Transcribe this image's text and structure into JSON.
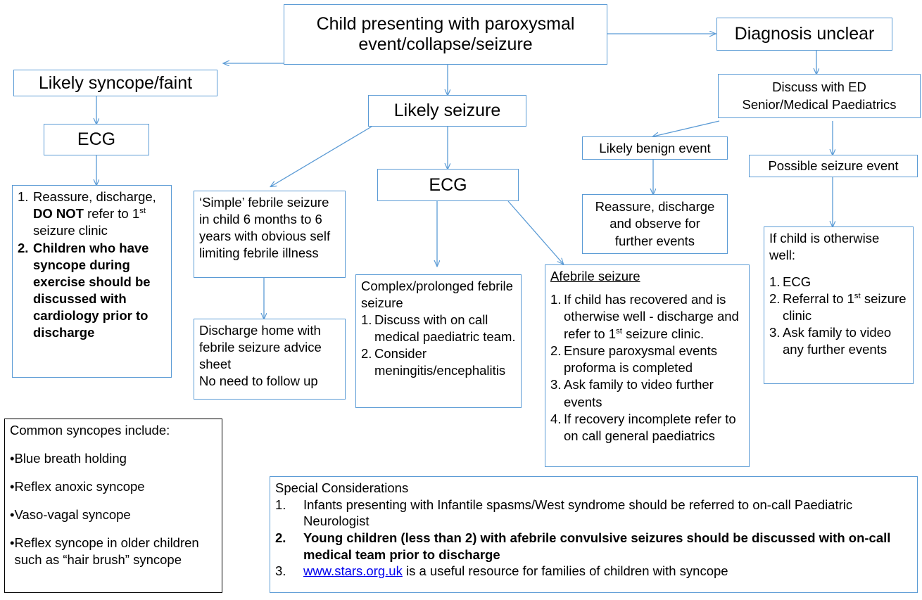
{
  "title": "Paediatric paroxysmal event / collapse / seizure pathway",
  "colors": {
    "box_border_blue": "#5B9BD5",
    "box_border_black": "#000000",
    "connector": "#5B9BD5",
    "link": "#0000EE",
    "background": "#FFFFFF",
    "text": "#000000"
  },
  "nodes": {
    "root": {
      "line1": "Child presenting with paroxysmal",
      "line2": "event/collapse/seizure"
    },
    "likely_syncope": {
      "label": "Likely syncope/faint"
    },
    "syncope_ecg": {
      "label": "ECG"
    },
    "syncope_actions": {
      "items": [
        {
          "num": "1.",
          "parts": [
            {
              "text": "Reassure, discharge, ",
              "bold": false
            },
            {
              "text": "DO NOT",
              "bold": true
            },
            {
              "text": " refer to 1",
              "bold": false
            },
            {
              "text": "st",
              "bold": false,
              "sup": true
            },
            {
              "text": " seizure clinic",
              "bold": false
            }
          ]
        },
        {
          "num": "2.",
          "parts": [
            {
              "text": "Children who have syncope during exercise should be discussed with cardiology prior to discharge",
              "bold": true
            }
          ]
        }
      ]
    },
    "likely_seizure": {
      "label": "Likely seizure"
    },
    "seizure_ecg": {
      "label": "ECG"
    },
    "simple_febrile": {
      "text": "‘Simple’ febrile seizure in child 6 months to 6 years with obvious self limiting febrile illness"
    },
    "discharge_home": {
      "line1": "Discharge home with febrile seizure advice sheet",
      "line2": "No need to follow up"
    },
    "complex_febrile": {
      "heading": "Complex/prolonged febrile seizure",
      "items": [
        {
          "num": "1.",
          "text": "Discuss with on call medical paediatric team."
        },
        {
          "num": "2.",
          "text": "Consider meningitis/encephalitis"
        }
      ]
    },
    "afebrile_seizure": {
      "heading": "Afebrile seizure",
      "items": [
        {
          "num": "1.",
          "parts": [
            {
              "text": "If child has recovered and is otherwise well - discharge and refer to 1"
            },
            {
              "text": "st",
              "sup": true
            },
            {
              "text": " seizure clinic."
            }
          ]
        },
        {
          "num": "2.",
          "parts": [
            {
              "text": "Ensure paroxysmal events proforma is completed"
            }
          ]
        },
        {
          "num": "3.",
          "parts": [
            {
              "text": "Ask family to video further events"
            }
          ]
        },
        {
          "num": "4.",
          "parts": [
            {
              "text": "If recovery incomplete refer to on call general paediatrics"
            }
          ]
        }
      ]
    },
    "diagnosis_unclear": {
      "label": "Diagnosis unclear"
    },
    "discuss_ed": {
      "line1": "Discuss with ED",
      "line2": "Senior/Medical Paediatrics"
    },
    "likely_benign": {
      "label": "Likely benign event"
    },
    "reassure_observe": {
      "line1": "Reassure, discharge",
      "line2": "and observe for",
      "line3": "further events"
    },
    "possible_seizure": {
      "label": "Possible seizure event"
    },
    "if_child_well": {
      "heading_line1": "If child is otherwise",
      "heading_line2": "well:",
      "items": [
        {
          "num": "1.",
          "parts": [
            {
              "text": "ECG"
            }
          ]
        },
        {
          "num": "2.",
          "parts": [
            {
              "text": "Referral to 1"
            },
            {
              "text": "st",
              "sup": true
            },
            {
              "text": " seizure clinic"
            }
          ]
        },
        {
          "num": "3.",
          "parts": [
            {
              "text": "Ask family to video any further events"
            }
          ]
        }
      ]
    },
    "common_syncopes": {
      "heading": "Common syncopes include:",
      "bullets": [
        "Blue breath holding",
        "Reflex anoxic syncope",
        "Vaso-vagal syncope",
        "Reflex syncope in older children such as “hair brush” syncope"
      ]
    },
    "special_considerations": {
      "heading": "Special Considerations",
      "items": [
        {
          "num": "1.",
          "bold": false,
          "link": null,
          "text": "Infants presenting with Infantile spasms/West syndrome should be referred to on-call Paediatric Neurologist"
        },
        {
          "num": "2.",
          "bold": true,
          "link": null,
          "text": "Young children (less than 2) with afebrile convulsive seizures should be discussed with on-call medical team prior to discharge"
        },
        {
          "num": "3.",
          "bold": false,
          "link": "www.stars.org.uk",
          "text": " is a useful resource for families of children with syncope"
        }
      ]
    }
  }
}
